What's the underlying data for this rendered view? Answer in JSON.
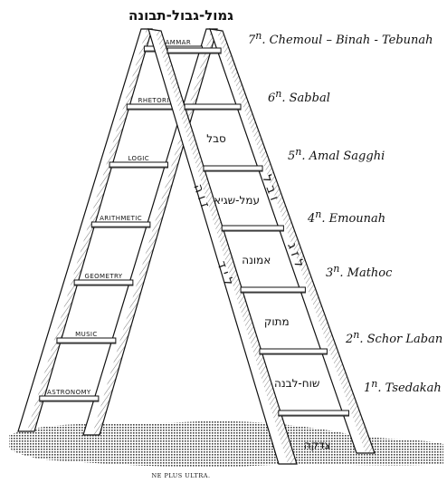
{
  "top_hebrew": "גמול-גבול-תבונה",
  "caption": "NE PLUS ULTRA.",
  "left_rungs": [
    "GRAMMAR",
    "RHETORIC",
    "LOGIC",
    "ARITHMETIC",
    "GEOMETRY",
    "MUSIC",
    "ASTRONOMY"
  ],
  "right_hebrew": [
    "סבל",
    "עמל-שגיא",
    "אמונה",
    "מתוק",
    "שוח-לבנה",
    "צדקה"
  ],
  "steps": [
    {
      "num": "7",
      "sup": "n",
      "label": ". Chemoul – Binah - Tebunah"
    },
    {
      "num": "6",
      "sup": "n",
      "label": ". Sabbal"
    },
    {
      "num": "5",
      "sup": "n",
      "label": ". Amal Sagghi"
    },
    {
      "num": "4",
      "sup": "n",
      "label": ". Emounah"
    },
    {
      "num": "3",
      "sup": "n",
      "label": ". Mathoc"
    },
    {
      "num": "2",
      "sup": "n",
      "label": ". Schor Laban"
    },
    {
      "num": "1",
      "sup": "n",
      "label": ". Tsedakah"
    }
  ]
}
